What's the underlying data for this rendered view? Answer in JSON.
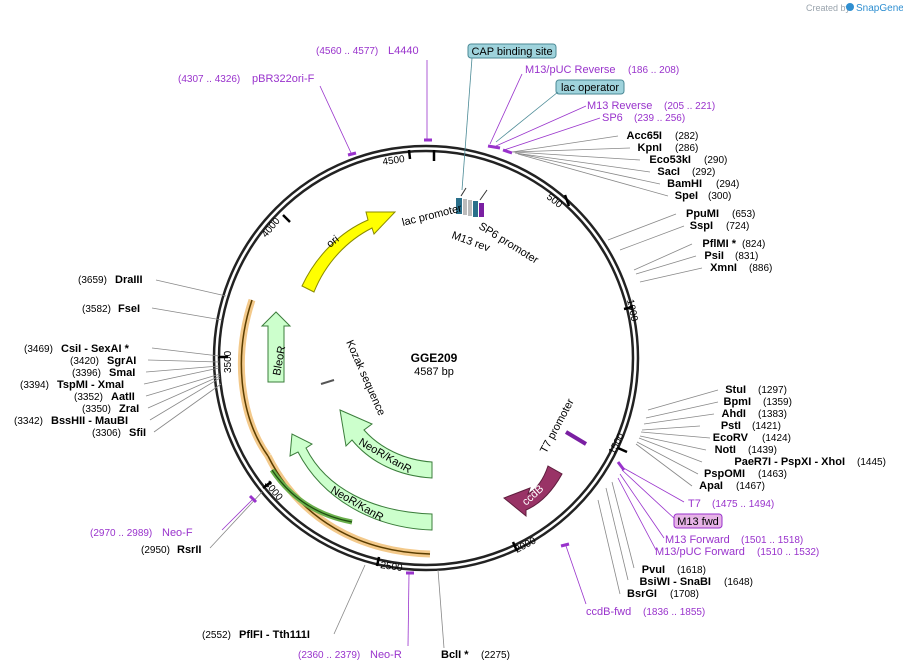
{
  "credit": {
    "text": "Created by",
    "brand": "SnapGene"
  },
  "plasmid": {
    "name": "GGE209",
    "length_label": "4587 bp",
    "length": 4587
  },
  "ticks": [
    "500",
    "1000",
    "1500",
    "2000",
    "2500",
    "3000",
    "3500",
    "4000",
    "4500"
  ],
  "boxed_features": [
    {
      "label": "CAP binding site",
      "fill": "#9fd3dc"
    },
    {
      "label": "lac operator",
      "fill": "#9fd3dc"
    },
    {
      "label": "M13 fwd",
      "fill": "#e6b3e6"
    }
  ],
  "primers": [
    {
      "name": "L4440",
      "pos": "(4560 .. 4577)"
    },
    {
      "name": "pBR322ori-F",
      "pos": "(4307 .. 4326)"
    },
    {
      "name": "M13/pUC Reverse",
      "pos": "(186 .. 208)"
    },
    {
      "name": "M13 Reverse",
      "pos": "(205 .. 221)"
    },
    {
      "name": "SP6",
      "pos": "(239 .. 256)"
    },
    {
      "name": "T7",
      "pos": "(1475 .. 1494)"
    },
    {
      "name": "M13 Forward",
      "pos": "(1501 .. 1518)"
    },
    {
      "name": "M13/pUC Forward",
      "pos": "(1510 .. 1532)"
    },
    {
      "name": "ccdB-fwd",
      "pos": "(1836 .. 1855)"
    },
    {
      "name": "Neo-R",
      "pos": "(2360 .. 2379)"
    },
    {
      "name": "Neo-F",
      "pos": "(2970 .. 2989)"
    }
  ],
  "sites_right": [
    {
      "name": "Acc65I",
      "pos": "(282)"
    },
    {
      "name": "KpnI",
      "pos": "(286)"
    },
    {
      "name": "Eco53kI",
      "pos": "(290)"
    },
    {
      "name": "SacI",
      "pos": "(292)"
    },
    {
      "name": "BamHI",
      "pos": "(294)"
    },
    {
      "name": "SpeI",
      "pos": "(300)"
    },
    {
      "name": "PpuMI",
      "pos": "(653)"
    },
    {
      "name": "SspI",
      "pos": "(724)"
    },
    {
      "name": "PflMI *",
      "pos": "(824)"
    },
    {
      "name": "PsiI",
      "pos": "(831)"
    },
    {
      "name": "XmnI",
      "pos": "(886)"
    },
    {
      "name": "StuI",
      "pos": "(1297)"
    },
    {
      "name": "BpmI",
      "pos": "(1359)"
    },
    {
      "name": "AhdI",
      "pos": "(1383)"
    },
    {
      "name": "PstI",
      "pos": "(1421)"
    },
    {
      "name": "EcoRV",
      "pos": "(1424)"
    },
    {
      "name": "NotI",
      "pos": "(1439)"
    },
    {
      "name": "PaeR7I  - PspXI  - XhoI",
      "pos": "(1445)"
    },
    {
      "name": "PspOMI",
      "pos": "(1463)"
    },
    {
      "name": "ApaI",
      "pos": "(1467)"
    },
    {
      "name": "PvuI",
      "pos": "(1618)"
    },
    {
      "name": "BsiWI  - SnaBI",
      "pos": "(1648)"
    },
    {
      "name": "BsrGI",
      "pos": "(1708)"
    }
  ],
  "sites_bottom": [
    {
      "name": "BclI *",
      "pos": "(2275)"
    },
    {
      "name": "PflFI  - Tth111I",
      "pos": "(2552)"
    },
    {
      "name": "RsrII",
      "pos": "(2950)"
    }
  ],
  "sites_left": [
    {
      "name": "DraIII",
      "pos": "(3659)"
    },
    {
      "name": "FseI",
      "pos": "(3582)"
    },
    {
      "name": "CsiI  - SexAI *",
      "pos": "(3469)"
    },
    {
      "name": "SgrAI",
      "pos": "(3420)"
    },
    {
      "name": "SmaI",
      "pos": "(3396)"
    },
    {
      "name": "TspMI  - XmaI",
      "pos": "(3394)"
    },
    {
      "name": "AatII",
      "pos": "(3352)"
    },
    {
      "name": "ZraI",
      "pos": "(3350)"
    },
    {
      "name": "BssHII  - MauBI",
      "pos": "(3342)"
    },
    {
      "name": "SfiI",
      "pos": "(3306)"
    }
  ],
  "features": {
    "ori": "ori",
    "bleor": "BleoR",
    "neor1": "NeoR/KanR",
    "neor2": "NeoR/KanR",
    "ccdb": "ccdB",
    "kozak": "Kozak sequence",
    "lac_promoter": "lac promoter",
    "m13_rev": "M13 rev",
    "sp6_promoter": "SP6 promoter",
    "t7_promoter": "T7 promoter"
  },
  "colors": {
    "ori": "#ffff00",
    "resistance": "#ccffcc",
    "ccdb": "#993366",
    "primer": "#9933cc",
    "primer_text": "#9933cc",
    "backbone": "#222222"
  }
}
